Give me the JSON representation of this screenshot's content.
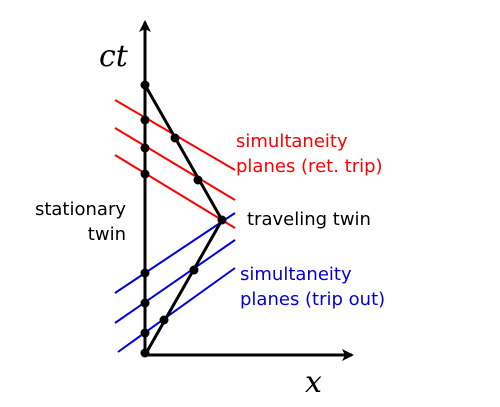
{
  "axes": {
    "y_label": "ct",
    "x_label": "x"
  },
  "labels": {
    "stationary_line1": "stationary",
    "stationary_line2": "twin",
    "traveling": "traveling twin",
    "return_planes_line1": "simultaneity",
    "return_planes_line2": "planes (ret. trip)",
    "out_planes_line1": "simultaneity",
    "out_planes_line2": "planes (trip out)"
  },
  "colors": {
    "worldline": "#000000",
    "return_planes": "#ff0000",
    "out_planes": "#0000dd"
  }
}
